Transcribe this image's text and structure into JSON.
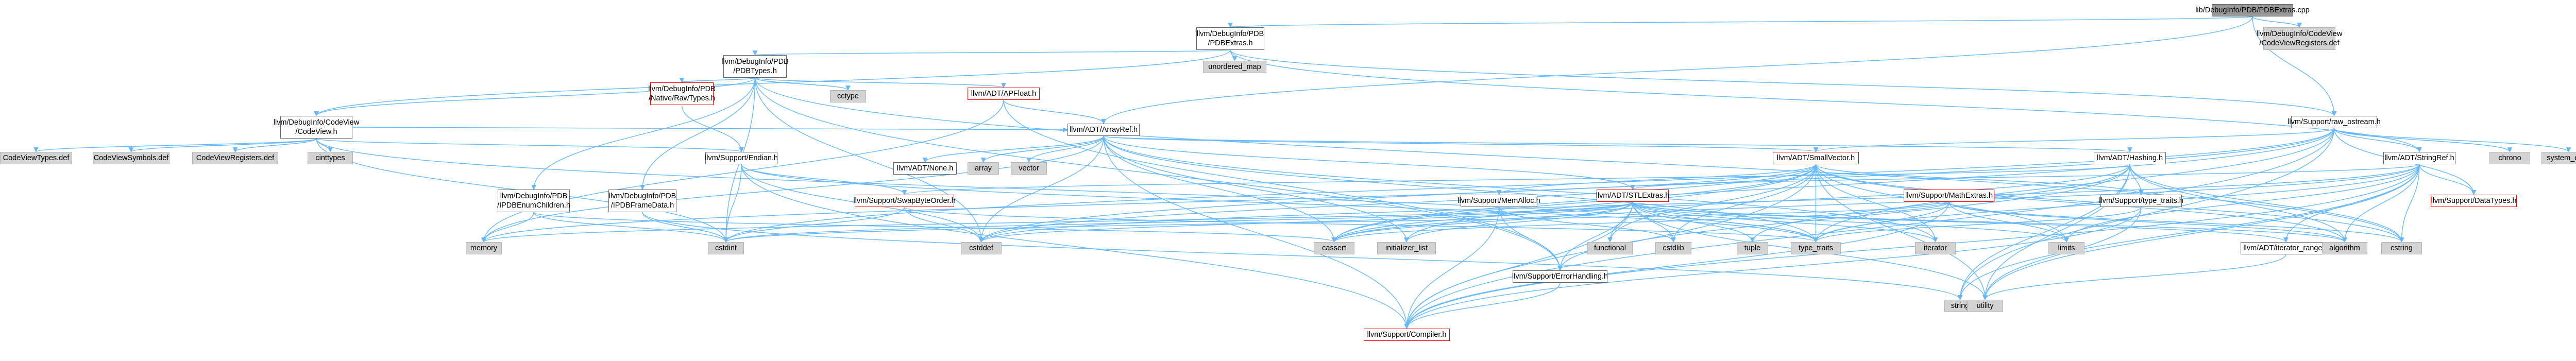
{
  "graph": {
    "colors": {
      "edge": "#63b8ff",
      "external": "#d3d3d3",
      "root_fill": "#999999",
      "incomplete_border": "#ff0000",
      "border": "#666666"
    },
    "nodes": [
      {
        "id": "root",
        "lines": [
          "lib/DebugInfo/PDB/PDBExtras.cpp"
        ],
        "style": "root"
      },
      {
        "id": "pdbextras_h",
        "lines": [
          "llvm/DebugInfo/PDB",
          "/PDBExtras.h"
        ],
        "style": "normal"
      },
      {
        "id": "codeviewregisters_def_top",
        "lines": [
          "llvm/DebugInfo/CodeView",
          "/CodeViewRegisters.def"
        ],
        "style": "gray"
      },
      {
        "id": "pdbtypes_h",
        "lines": [
          "llvm/DebugInfo/PDB",
          "/PDBTypes.h"
        ],
        "style": "normal"
      },
      {
        "id": "unordered_map",
        "lines": [
          "unordered_map"
        ],
        "style": "gray"
      },
      {
        "id": "codeview_h",
        "lines": [
          "llvm/DebugInfo/CodeView",
          "/CodeView.h"
        ],
        "style": "normal"
      },
      {
        "id": "rawtypes_h",
        "lines": [
          "llvm/DebugInfo/PDB",
          "/Native/RawTypes.h"
        ],
        "style": "red"
      },
      {
        "id": "cctype",
        "lines": [
          "cctype"
        ],
        "style": "gray"
      },
      {
        "id": "apfloat_h",
        "lines": [
          "llvm/ADT/APFloat.h"
        ],
        "style": "red"
      },
      {
        "id": "raw_ostream_h",
        "lines": [
          "llvm/Support/raw_ostream.h"
        ],
        "style": "normal"
      },
      {
        "id": "codeviewtypes_def",
        "lines": [
          "CodeViewTypes.def"
        ],
        "style": "gray"
      },
      {
        "id": "codeviewsymbols_def",
        "lines": [
          "CodeViewSymbols.def"
        ],
        "style": "gray"
      },
      {
        "id": "codeviewregisters_def",
        "lines": [
          "CodeViewRegisters.def"
        ],
        "style": "gray"
      },
      {
        "id": "cinttypes",
        "lines": [
          "cinttypes"
        ],
        "style": "gray"
      },
      {
        "id": "endian_h",
        "lines": [
          "llvm/Support/Endian.h"
        ],
        "style": "normal"
      },
      {
        "id": "arrayref_h",
        "lines": [
          "llvm/ADT/ArrayRef.h"
        ],
        "style": "normal"
      },
      {
        "id": "none_h",
        "lines": [
          "llvm/ADT/None.h"
        ],
        "style": "normal"
      },
      {
        "id": "array",
        "lines": [
          "array"
        ],
        "style": "gray"
      },
      {
        "id": "vector",
        "lines": [
          "vector"
        ],
        "style": "gray"
      },
      {
        "id": "smallvector_h",
        "lines": [
          "llvm/ADT/SmallVector.h"
        ],
        "style": "red"
      },
      {
        "id": "hashing_h",
        "lines": [
          "llvm/ADT/Hashing.h"
        ],
        "style": "normal"
      },
      {
        "id": "stringref_h",
        "lines": [
          "llvm/ADT/StringRef.h"
        ],
        "style": "normal"
      },
      {
        "id": "chrono",
        "lines": [
          "chrono"
        ],
        "style": "gray"
      },
      {
        "id": "system_error",
        "lines": [
          "system_error"
        ],
        "style": "gray"
      },
      {
        "id": "pdbsymenumchildren_h",
        "lines": [
          "llvm/DebugInfo/PDB",
          "/IPDBEnumChildren.h"
        ],
        "style": "normal"
      },
      {
        "id": "pdbframedata_h",
        "lines": [
          "llvm/DebugInfo/PDB",
          "/IPDBFrameData.h"
        ],
        "style": "normal"
      },
      {
        "id": "swapbyteorder_h",
        "lines": [
          "llvm/Support/SwapByteOrder.h"
        ],
        "style": "red"
      },
      {
        "id": "memalloc_h",
        "lines": [
          "llvm/Support/MemAlloc.h"
        ],
        "style": "normal"
      },
      {
        "id": "stlextras_h",
        "lines": [
          "llvm/ADT/STLExtras.h"
        ],
        "style": "red"
      },
      {
        "id": "mathextras_h",
        "lines": [
          "llvm/Support/MathExtras.h"
        ],
        "style": "red"
      },
      {
        "id": "type_traits_h",
        "lines": [
          "llvm/Support/type_traits.h"
        ],
        "style": "normal"
      },
      {
        "id": "datatypes_h",
        "lines": [
          "llvm/Support/DataTypes.h"
        ],
        "style": "red"
      },
      {
        "id": "memory",
        "lines": [
          "memory"
        ],
        "style": "gray"
      },
      {
        "id": "cstdint",
        "lines": [
          "cstdint"
        ],
        "style": "gray"
      },
      {
        "id": "cstddef",
        "lines": [
          "cstddef"
        ],
        "style": "gray"
      },
      {
        "id": "cassert",
        "lines": [
          "cassert"
        ],
        "style": "gray"
      },
      {
        "id": "initializer_list",
        "lines": [
          "initializer_list"
        ],
        "style": "gray"
      },
      {
        "id": "functional",
        "lines": [
          "functional"
        ],
        "style": "gray"
      },
      {
        "id": "cstdlib",
        "lines": [
          "cstdlib"
        ],
        "style": "gray"
      },
      {
        "id": "tuple",
        "lines": [
          "tuple"
        ],
        "style": "gray"
      },
      {
        "id": "type_traits",
        "lines": [
          "type_traits"
        ],
        "style": "gray"
      },
      {
        "id": "iterator",
        "lines": [
          "iterator"
        ],
        "style": "gray"
      },
      {
        "id": "limits",
        "lines": [
          "limits"
        ],
        "style": "gray"
      },
      {
        "id": "iterator_range_h",
        "lines": [
          "llvm/ADT/iterator_range.h"
        ],
        "style": "normal"
      },
      {
        "id": "algorithm",
        "lines": [
          "algorithm"
        ],
        "style": "gray"
      },
      {
        "id": "cstring",
        "lines": [
          "cstring"
        ],
        "style": "gray"
      },
      {
        "id": "errorhandling_h",
        "lines": [
          "llvm/Support/ErrorHandling.h"
        ],
        "style": "normal"
      },
      {
        "id": "string",
        "lines": [
          "string"
        ],
        "style": "gray"
      },
      {
        "id": "utility",
        "lines": [
          "utility"
        ],
        "style": "gray"
      },
      {
        "id": "compiler_h",
        "lines": [
          "llvm/Support/Compiler.h"
        ],
        "style": "red"
      }
    ]
  }
}
